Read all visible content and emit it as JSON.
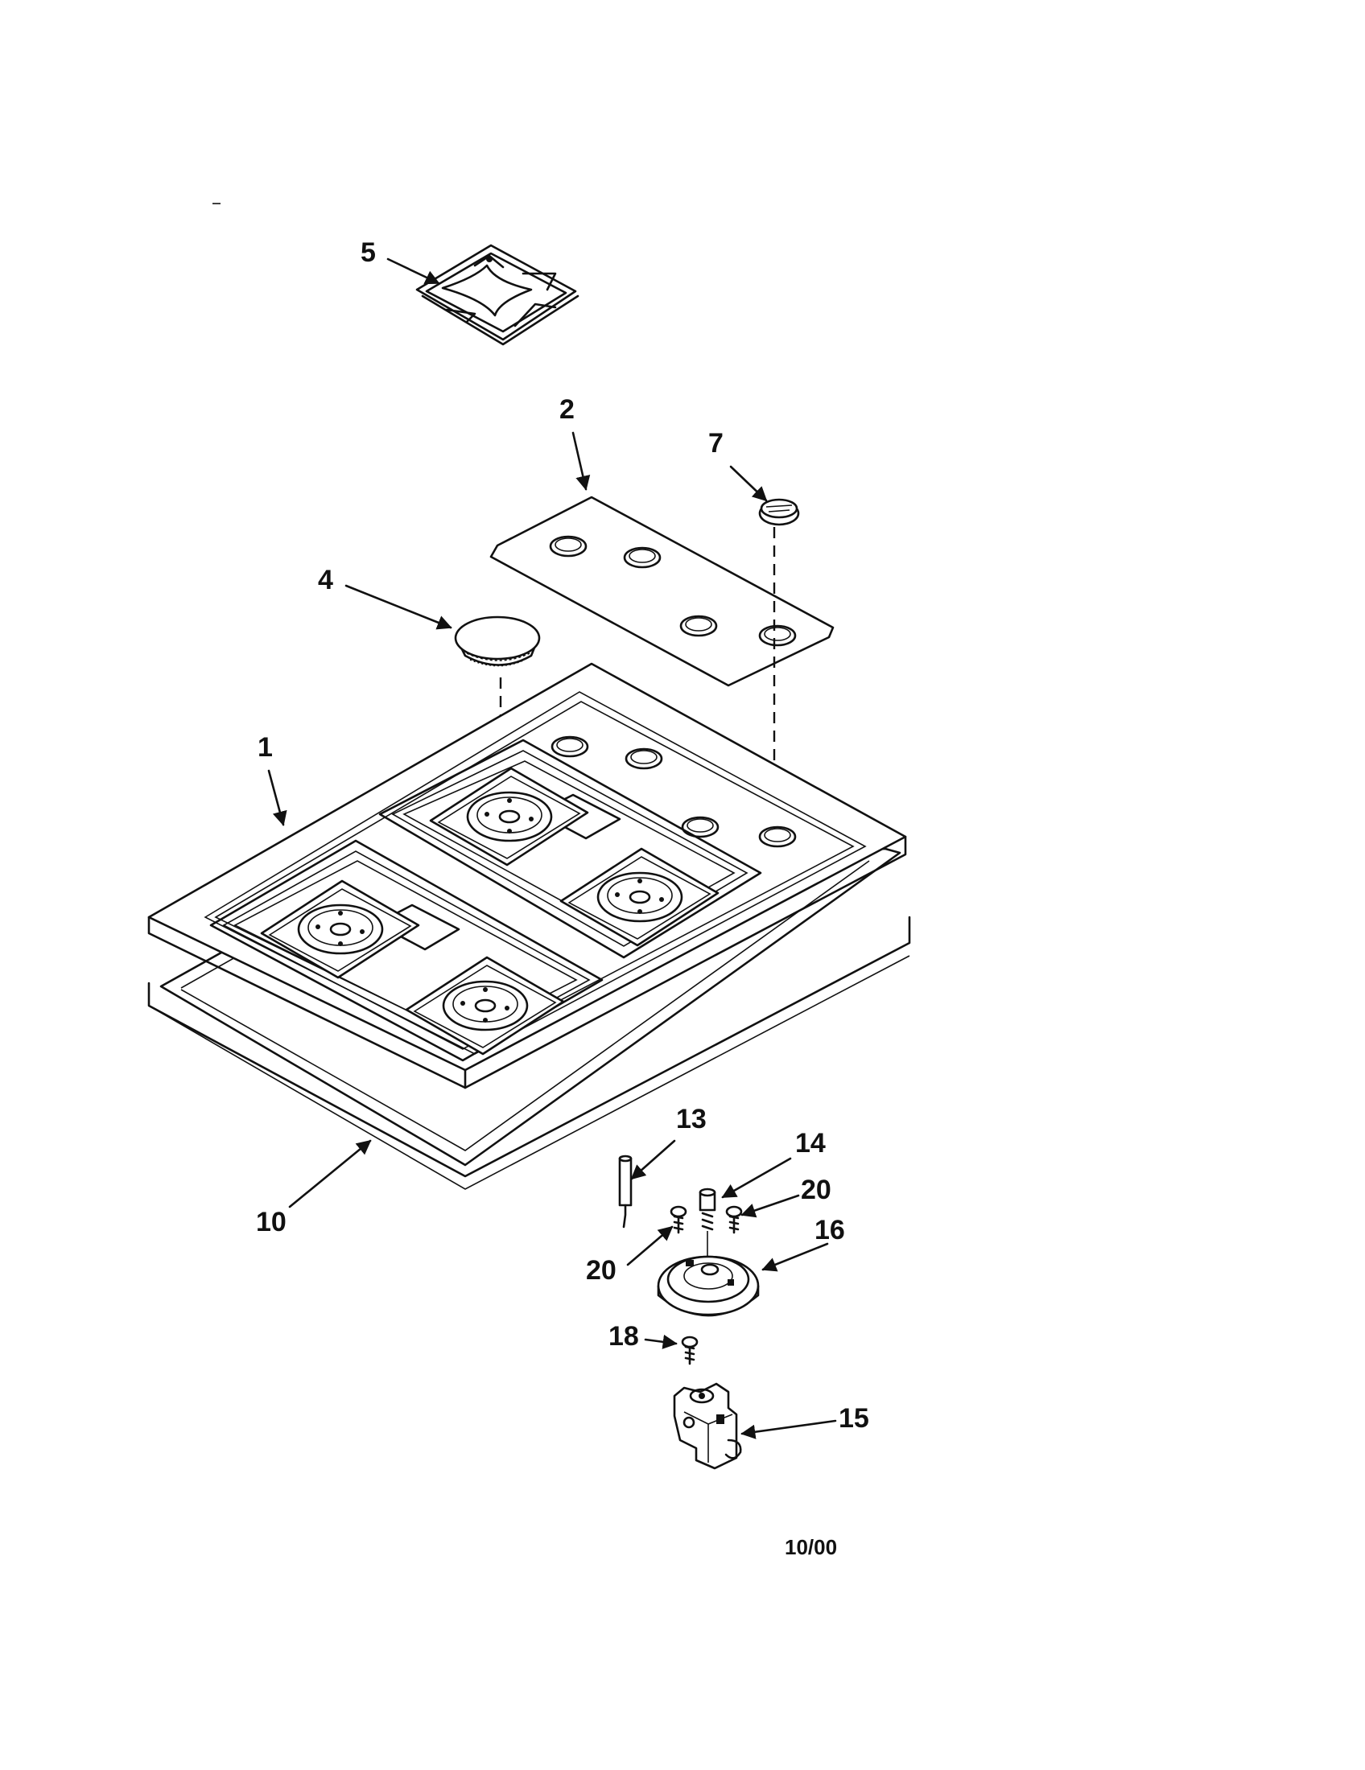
{
  "diagram": {
    "callouts": [
      {
        "id": "5",
        "text": "5"
      },
      {
        "id": "2",
        "text": "2"
      },
      {
        "id": "7",
        "text": "7"
      },
      {
        "id": "4",
        "text": "4"
      },
      {
        "id": "1",
        "text": "1"
      },
      {
        "id": "10",
        "text": "10"
      },
      {
        "id": "13",
        "text": "13"
      },
      {
        "id": "14",
        "text": "14"
      },
      {
        "id": "20a",
        "text": "20"
      },
      {
        "id": "20b",
        "text": "20"
      },
      {
        "id": "16",
        "text": "16"
      },
      {
        "id": "18",
        "text": "18"
      },
      {
        "id": "15",
        "text": "15"
      }
    ],
    "date_code": "10/00"
  }
}
